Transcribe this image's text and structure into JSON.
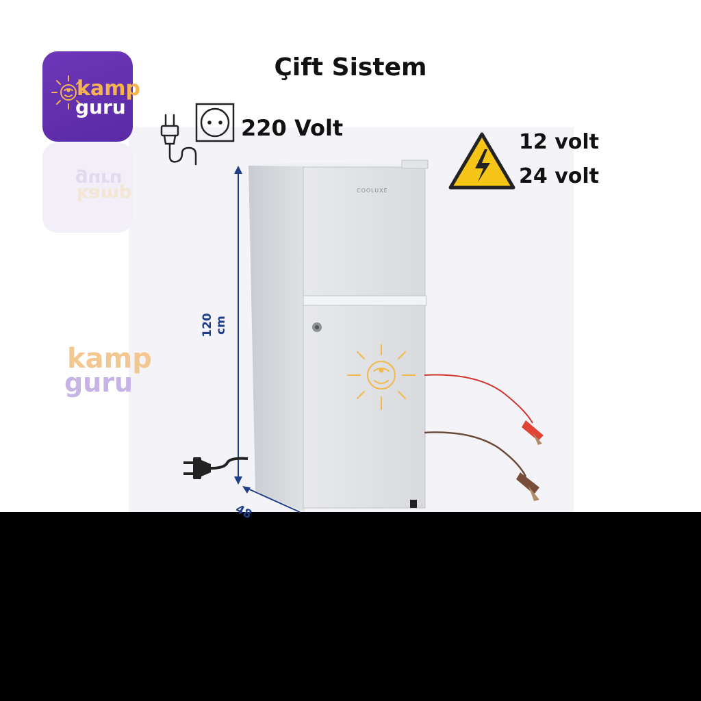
{
  "title": "Çift Sistem",
  "power": {
    "ac_label": "220 Volt",
    "dc_label_1": "12 volt",
    "dc_label_2": "24 volt"
  },
  "logo": {
    "word1": "kamp",
    "word2": "guru",
    "tile_color": "#5a2aa6",
    "accent": "#f5b451"
  },
  "watermark": {
    "word1": "kamp",
    "word2": "guru"
  },
  "fridge": {
    "brand": "COOLUXE"
  },
  "dimensions": {
    "height": "120 cm",
    "depth": "48"
  },
  "colors": {
    "dimension": "#1e3e88",
    "warning": "#f5c518",
    "background_bar": "#000000"
  },
  "icons": [
    "plug-icon",
    "socket-icon",
    "warning-icon",
    "sun-icon",
    "power-plug-icon",
    "battery-clamp-icon"
  ]
}
